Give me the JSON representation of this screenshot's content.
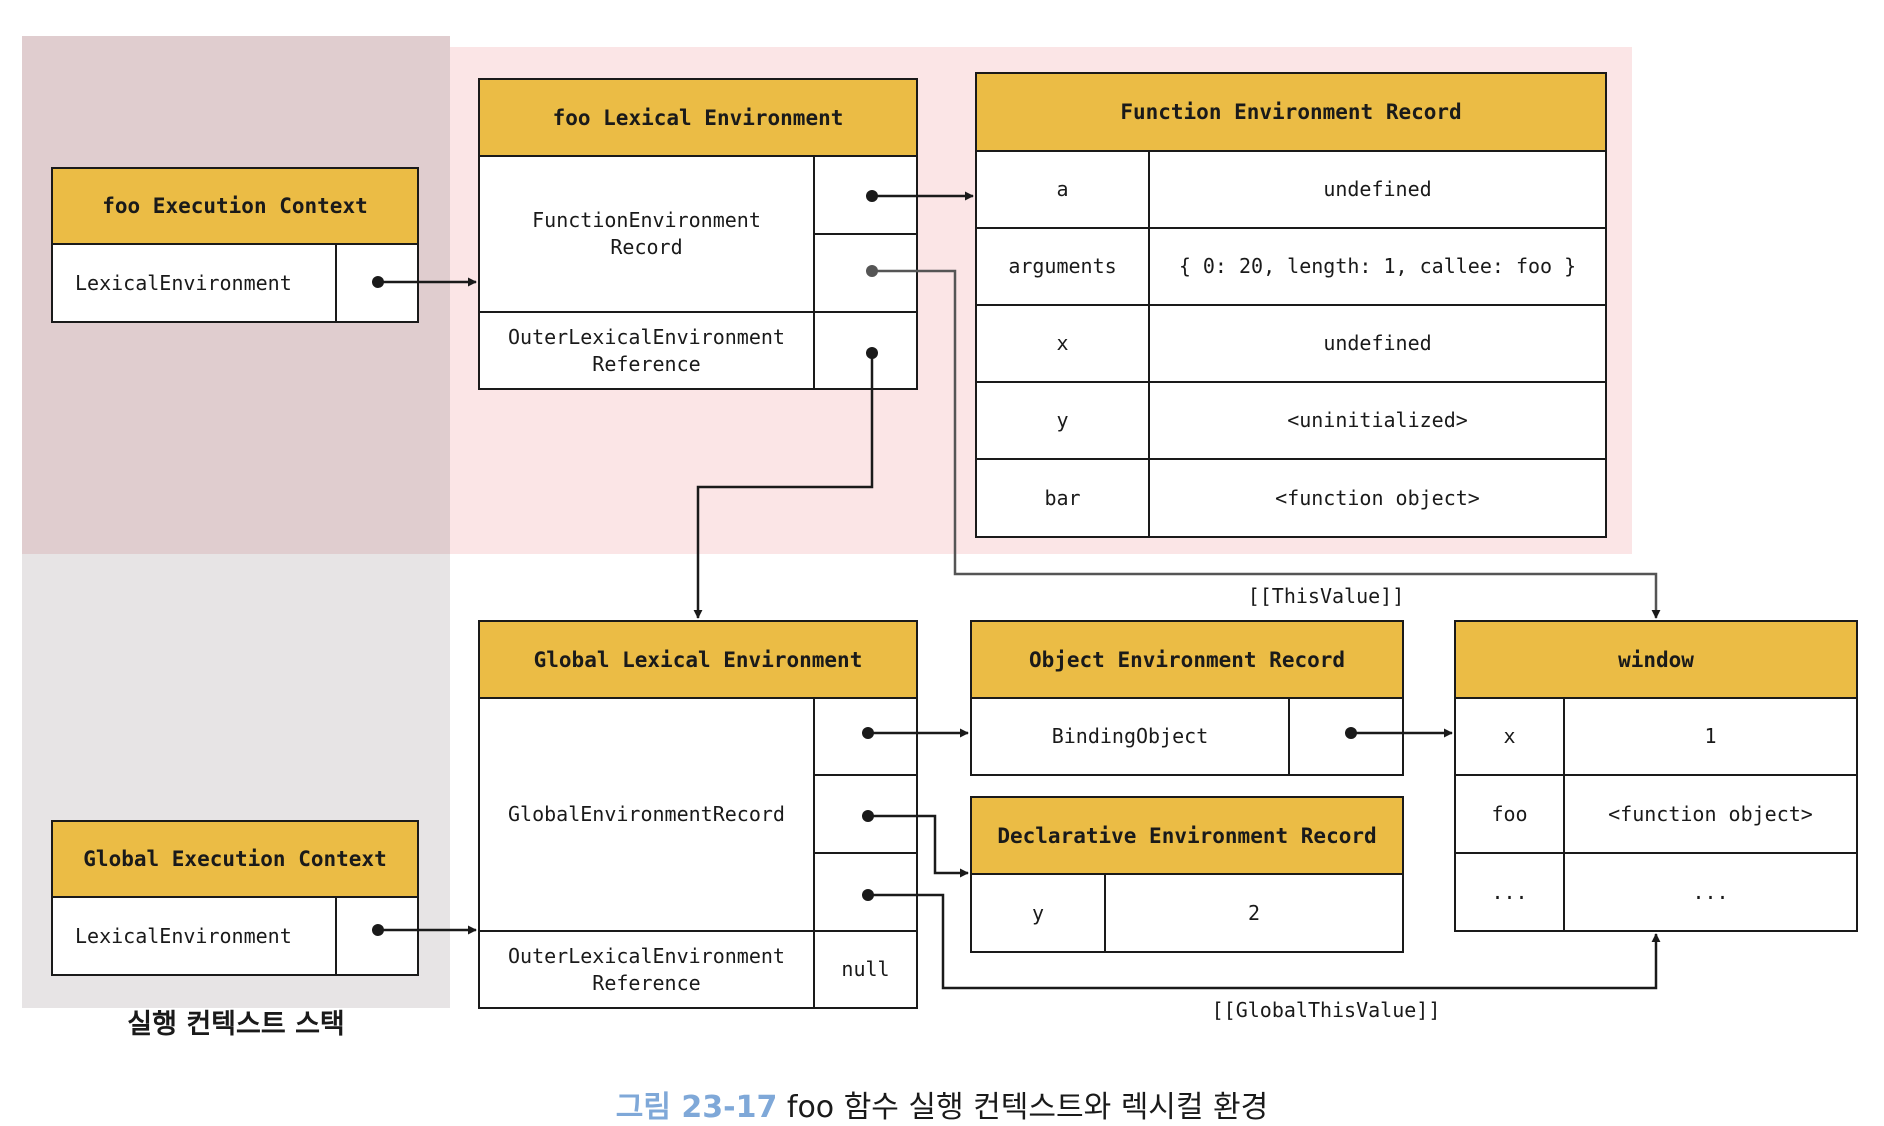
{
  "colors": {
    "header": "#ebbc45",
    "stack_bg": "#e7e4e5",
    "foo_region": "#fbe5e6",
    "foo_stack_overlay": "#e0cdcf",
    "caption_number": "#7fa8d8"
  },
  "foo_exec": {
    "title": "foo Execution Context",
    "field": "LexicalEnvironment"
  },
  "global_exec": {
    "title": "Global Execution Context",
    "field": "LexicalEnvironment"
  },
  "stack_label": "실행 컨텍스트 스택",
  "foo_lex": {
    "title": "foo Lexical Environment",
    "record": "FunctionEnvironment\nRecord",
    "outer": "OuterLexicalEnvironment\nReference"
  },
  "func_rec": {
    "title": "Function Environment Record",
    "rows": [
      {
        "key": "a",
        "value": "undefined"
      },
      {
        "key": "arguments",
        "value": "{ 0: 20, length: 1, callee: foo }"
      },
      {
        "key": "x",
        "value": "undefined"
      },
      {
        "key": "y",
        "value": "<uninitialized>"
      },
      {
        "key": "bar",
        "value": "<function object>"
      }
    ]
  },
  "global_lex": {
    "title": "Global Lexical Environment",
    "record": "GlobalEnvironmentRecord",
    "outer": "OuterLexicalEnvironment\nReference",
    "outer_value": "null"
  },
  "obj_rec": {
    "title": "Object Environment Record",
    "field": "BindingObject"
  },
  "decl_rec": {
    "title": "Declarative Environment Record",
    "rows": [
      {
        "key": "y",
        "value": "2"
      }
    ]
  },
  "window": {
    "title": "window",
    "rows": [
      {
        "key": "x",
        "value": "1"
      },
      {
        "key": "foo",
        "value": "<function object>"
      },
      {
        "key": "...",
        "value": "..."
      }
    ]
  },
  "labels": {
    "this_value": "[[ThisValue]]",
    "global_this_value": "[[GlobalThisValue]]"
  },
  "caption": {
    "number": "그림 23-17",
    "text": "foo 함수 실행 컨텍스트와 렉시컬 환경"
  }
}
